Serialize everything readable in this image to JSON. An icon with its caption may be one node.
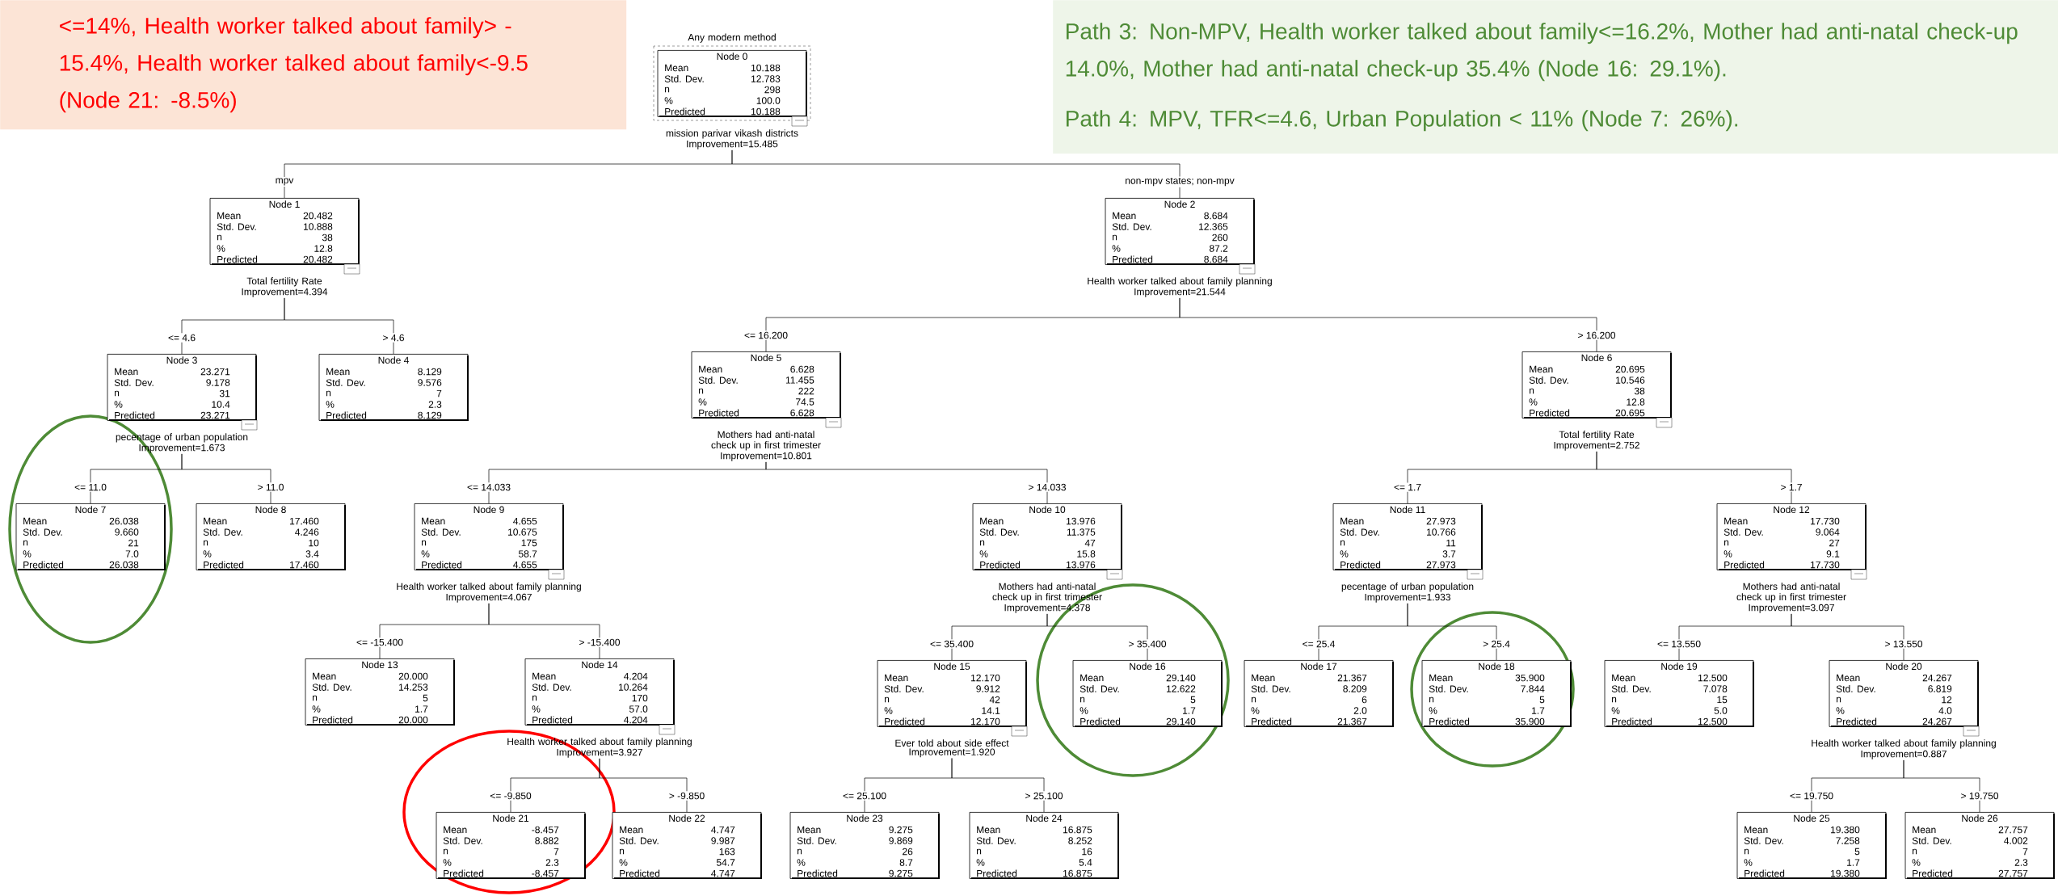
{
  "diagram": {
    "nodes": [
      {
        "text": [
          "<=14%, Health worker talked about family> - 15.4%, Health worker talked about family<-9.5 (Node 21: -8.5%)"
        ]
      },
      {
        "text": [
          "Path 3: Non-MPV, Health worker talked about family<=16.2%, Mother had anti-natal check-up 14.0%, Mother had anti-natal check-up 35.4% (Node 16: 29.1%).",
          "Path 4: MPV, TFR<=4.6, Urban Population < 11% (Node 7: 26%)."
        ]
      },
      {
        "text": [
          "Node 0",
          "Mean",
          "10.188",
          "Std. Dev.",
          "12.783",
          "n",
          "298",
          "%",
          "100.0",
          "Predicted",
          "10.188"
        ],
        "beside": [
          "Any modern method",
          "mission parivar vikash districts",
          "Improvement=15.485"
        ]
      },
      {
        "text": [
          "Node 1",
          "Mean",
          "20.482",
          "Std. Dev.",
          "10.888",
          "n",
          "38",
          "%",
          "12.8",
          "Predicted",
          "20.482"
        ],
        "beside": [
          "Total fertility Rate",
          "Improvement=4.394"
        ]
      },
      {
        "text": [
          "Node 2",
          "Mean",
          "8.684",
          "Std. Dev.",
          "12.365",
          "n",
          "260",
          "%",
          "87.2",
          "Predicted",
          "8.684"
        ],
        "beside": [
          "Health worker talked about family planning",
          "Improvement=21.544"
        ]
      },
      {
        "text": [
          "Node 3",
          "Mean",
          "23.271",
          "Std. Dev.",
          "9.178",
          "n",
          "31",
          "%",
          "10.4",
          "Predicted",
          "23.271"
        ],
        "beside": [
          "pecentage of urban population",
          "Improvement=1.673"
        ]
      },
      {
        "text": [
          "Node 4",
          "Mean",
          "8.129",
          "Std. Dev.",
          "9.576",
          "n",
          "7",
          "%",
          "2.3",
          "Predicted",
          "8.129"
        ]
      },
      {
        "text": [
          "Node 5",
          "Mean",
          "6.628",
          "Std. Dev.",
          "11.455",
          "n",
          "222",
          "%",
          "74.5",
          "Predicted",
          "6.628"
        ],
        "beside": [
          "Mothers had anti-natal check up in first trimester",
          "Improvement=10.801"
        ]
      },
      {
        "text": [
          "Node 6",
          "Mean",
          "20.695",
          "Std. Dev.",
          "10.546",
          "n",
          "38",
          "%",
          "12.8",
          "Predicted",
          "20.695"
        ],
        "beside": [
          "Total fertility Rate",
          "Improvement=2.752"
        ]
      },
      {
        "text": [
          "Node 7",
          "Mean",
          "26.038",
          "Std. Dev.",
          "9.660",
          "n",
          "21",
          "%",
          "7.0",
          "Predicted",
          "26.038"
        ]
      },
      {
        "text": [
          "Node 8",
          "Mean",
          "17.460",
          "Std. Dev.",
          "4.246",
          "n",
          "10",
          "%",
          "3.4",
          "Predicted",
          "17.460"
        ]
      },
      {
        "text": [
          "Node 9",
          "Mean",
          "4.655",
          "Std. Dev.",
          "10.675",
          "n",
          "175",
          "%",
          "58.7",
          "Predicted",
          "4.655"
        ],
        "beside": [
          "Health worker talked about family planning",
          "Improvement=4.067"
        ]
      },
      {
        "text": [
          "Node 10",
          "Mean",
          "13.976",
          "Std. Dev.",
          "11.375",
          "n",
          "47",
          "%",
          "15.8",
          "Predicted",
          "13.976"
        ],
        "beside": [
          "Mothers had anti-natal check up in first trimester",
          "Improvement=4.378"
        ]
      },
      {
        "text": [
          "Node 11",
          "Mean",
          "27.973",
          "Std. Dev.",
          "10.766",
          "n",
          "11",
          "%",
          "3.7",
          "Predicted",
          "27.973"
        ],
        "beside": [
          "pecentage of urban population",
          "Improvement=1.933"
        ]
      },
      {
        "text": [
          "Node 12",
          "Mean",
          "17.730",
          "Std. Dev.",
          "9.064",
          "n",
          "27",
          "%",
          "9.1",
          "Predicted",
          "17.730"
        ],
        "beside": [
          "Mothers had anti-natal check up in first trimester",
          "Improvement=3.097"
        ]
      },
      {
        "text": [
          "Node 13",
          "Mean",
          "20.000",
          "Std. Dev.",
          "14.253",
          "n",
          "5",
          "%",
          "1.7",
          "Predicted",
          "20.000"
        ]
      },
      {
        "text": [
          "Node 14",
          "Mean",
          "4.204",
          "Std. Dev.",
          "10.264",
          "n",
          "170",
          "%",
          "57.0",
          "Predicted",
          "4.204"
        ],
        "beside": [
          "Health worker talked about family planning",
          "Improvement=3.927"
        ]
      },
      {
        "text": [
          "Node 15",
          "Mean",
          "12.170",
          "Std. Dev.",
          "9.912",
          "n",
          "42",
          "%",
          "14.1",
          "Predicted",
          "12.170"
        ],
        "beside": [
          "Ever told about side effect",
          "Improvement=1.920"
        ]
      },
      {
        "text": [
          "Node 16",
          "Mean",
          "29.140",
          "Std. Dev.",
          "12.622",
          "n",
          "5",
          "%",
          "1.7",
          "Predicted",
          "29.140"
        ]
      },
      {
        "text": [
          "Node 17",
          "Mean",
          "21.367",
          "Std. Dev.",
          "8.209",
          "n",
          "6",
          "%",
          "2.0",
          "Predicted",
          "21.367"
        ]
      },
      {
        "text": [
          "Node 18",
          "Mean",
          "35.900",
          "Std. Dev.",
          "7.844",
          "n",
          "5",
          "%",
          "1.7",
          "Predicted",
          "35.900"
        ]
      },
      {
        "text": [
          "Node 19",
          "Mean",
          "12.500",
          "Std. Dev.",
          "7.078",
          "n",
          "15",
          "%",
          "5.0",
          "Predicted",
          "12.500"
        ]
      },
      {
        "text": [
          "Node 20",
          "Mean",
          "24.267",
          "Std. Dev.",
          "6.819",
          "n",
          "12",
          "%",
          "4.0",
          "Predicted",
          "24.267"
        ],
        "beside": [
          "Health worker talked about family planning",
          "Improvement=0.887"
        ]
      },
      {
        "text": [
          "Node 21",
          "Mean",
          "-8.457",
          "Std. Dev.",
          "8.882",
          "n",
          "7",
          "%",
          "2.3",
          "Predicted",
          "-8.457"
        ]
      },
      {
        "text": [
          "Node 22",
          "Mean",
          "4.747",
          "Std. Dev.",
          "9.987",
          "n",
          "163",
          "%",
          "54.7",
          "Predicted",
          "4.747"
        ]
      },
      {
        "text": [
          "Node 23",
          "Mean",
          "9.275",
          "Std. Dev.",
          "9.869",
          "n",
          "26",
          "%",
          "8.7",
          "Predicted",
          "9.275"
        ]
      },
      {
        "text": [
          "Node 24",
          "Mean",
          "16.875",
          "Std. Dev.",
          "8.252",
          "n",
          "16",
          "%",
          "5.4",
          "Predicted",
          "16.875"
        ]
      },
      {
        "text": [
          "Node 25",
          "Mean",
          "19.380",
          "Std. Dev.",
          "7.258",
          "n",
          "5",
          "%",
          "1.7",
          "Predicted",
          "19.380"
        ]
      },
      {
        "text": [
          "Node 26",
          "Mean",
          "27.757",
          "Std. Dev.",
          "4.002",
          "n",
          "7",
          "%",
          "2.3",
          "Predicted",
          "27.757"
        ]
      }
    ],
    "edges": [
      {
        "from": 2,
        "to": 3,
        "arrow": "none",
        "label": "mpv"
      },
      {
        "from": 2,
        "to": 4,
        "arrow": "none",
        "label": "non-mpv states; non-mpv"
      },
      {
        "from": 3,
        "to": 5,
        "arrow": "none",
        "label": "<= 4.6"
      },
      {
        "from": 3,
        "to": 6,
        "arrow": "none",
        "label": "> 4.6"
      },
      {
        "from": 4,
        "to": 7,
        "arrow": "none",
        "label": "<= 16.200"
      },
      {
        "from": 4,
        "to": 8,
        "arrow": "none",
        "label": "> 16.200"
      },
      {
        "from": 5,
        "to": 9,
        "arrow": "none",
        "label": "<= 11.0"
      },
      {
        "from": 5,
        "to": 10,
        "arrow": "none",
        "label": "> 11.0"
      },
      {
        "from": 7,
        "to": 11,
        "arrow": "none",
        "label": "<= 14.033"
      },
      {
        "from": 7,
        "to": 12,
        "arrow": "none",
        "label": "> 14.033"
      },
      {
        "from": 8,
        "to": 13,
        "arrow": "none",
        "label": "<= 1.7"
      },
      {
        "from": 8,
        "to": 14,
        "arrow": "none",
        "label": "> 1.7"
      },
      {
        "from": 11,
        "to": 15,
        "arrow": "none",
        "label": "<= -15.400"
      },
      {
        "from": 11,
        "to": 16,
        "arrow": "none",
        "label": "> -15.400"
      },
      {
        "from": 12,
        "to": 17,
        "arrow": "none",
        "label": "<= 35.400"
      },
      {
        "from": 12,
        "to": 18,
        "arrow": "none",
        "label": "> 35.400"
      },
      {
        "from": 13,
        "to": 19,
        "arrow": "none",
        "label": "<= 25.4"
      },
      {
        "from": 13,
        "to": 20,
        "arrow": "none",
        "label": "> 25.4"
      },
      {
        "from": 14,
        "to": 21,
        "arrow": "none",
        "label": "<= 13.550"
      },
      {
        "from": 14,
        "to": 22,
        "arrow": "none",
        "label": "> 13.550"
      },
      {
        "from": 16,
        "to": 23,
        "arrow": "none",
        "label": "<= -9.850"
      },
      {
        "from": 16,
        "to": 24,
        "arrow": "none",
        "label": "> -9.850"
      },
      {
        "from": 17,
        "to": 25,
        "arrow": "none",
        "label": "<= 25.100"
      },
      {
        "from": 17,
        "to": 26,
        "arrow": "none",
        "label": "> 25.100"
      },
      {
        "from": 22,
        "to": 27,
        "arrow": "none",
        "label": "<= 19.750"
      },
      {
        "from": 22,
        "to": 28,
        "arrow": "none",
        "label": "> 19.750"
      }
    ]
  }
}
